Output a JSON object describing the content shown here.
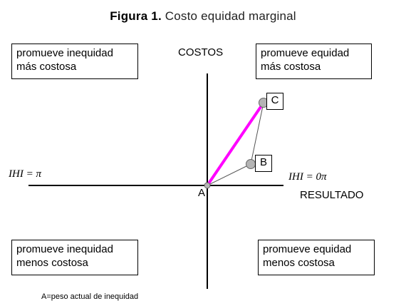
{
  "title": {
    "bold_part": "Figura 1.",
    "rest": " Costo equidad marginal"
  },
  "quadrants": {
    "top_left": {
      "line1": "promueve inequidad",
      "line2": "más costosa"
    },
    "top_right": {
      "line1": "promueve equidad",
      "line2": "más costosa"
    },
    "bottom_left": {
      "line1": "promueve inequidad",
      "line2": "menos costosa"
    },
    "bottom_right": {
      "line1": "promueve equidad",
      "line2": "menos costosa"
    }
  },
  "axes": {
    "vertical_label": "COSTOS",
    "horizontal_label": "RESULTADO"
  },
  "ihi_labels": {
    "left": "IHI = π",
    "right": "IHI = 0π"
  },
  "points": {
    "a": "A",
    "b": "B",
    "c": "C"
  },
  "footnote": "A=peso actual de inequidad",
  "colors": {
    "highlight_line": "#ff00ff",
    "point_fill": "#b4b4b4",
    "axis": "#000000",
    "connector": "#555555"
  }
}
